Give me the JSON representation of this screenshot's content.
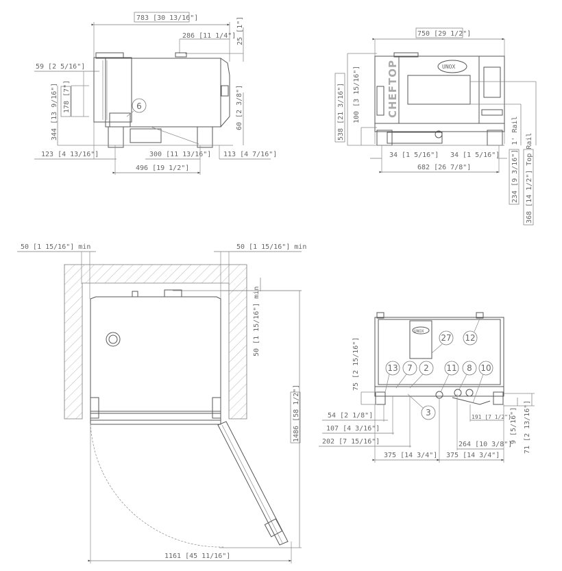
{
  "views": {
    "side_view": {
      "overall_width": "783 [30 13/16\"]",
      "top_offset": "286 [11 1/4\"]",
      "top_height": "25 [1\"]",
      "left_offset": "59 [2 5/16\"]",
      "handle_height": "178 [7\"]",
      "total_height": "344 [13 9/16\"]",
      "right_height": "60 [2 3/8\"]",
      "left_foot": "123 [4 13/16\"]",
      "center_span": "300 [11 13/16\"]",
      "right_foot": "113 [4 7/16\"]",
      "foot_span": "496 [19 1/2\"]",
      "callout_6": "6"
    },
    "front_view": {
      "overall_width": "750 [29 1/2\"]",
      "total_height": "538 [21 3/16\"]",
      "base_height": "100 [3 15/16\"]",
      "left_foot": "34 [1 5/16\"]",
      "right_foot": "34 [1 5/16\"]",
      "foot_span": "682 [26 7/8\"]",
      "rail_1": "234 [9 3/16\"] 1' Rail",
      "rail_top": "368 [14 1/2\"] Top Rail",
      "brand_label": "CHEFTOP",
      "logo_label": "UNOX"
    },
    "top_view": {
      "left_clearance": "50 [1 15/16\"] min",
      "right_clearance": "50 [1 15/16\"] min",
      "back_clearance": "50 [1 15/16\"] min",
      "depth_with_door": "1486 [58 1/2\"]",
      "width_with_door": "1161 [45 11/16\"]"
    },
    "rear_view": {
      "callouts": [
        "27",
        "12",
        "13",
        "7",
        "2",
        "11",
        "8",
        "10",
        "3"
      ],
      "height_75": "75 [2 15/16\"]",
      "dim_54": "54 [2 1/8\"]",
      "dim_107": "107 [4 3/16\"]",
      "dim_202": "202 [7 15/16\"]",
      "dim_375_left": "375 [14 3/4\"]",
      "dim_375_right": "375 [14 3/4\"]",
      "dim_191": "191 [7 1/2\"]",
      "dim_264": "264 [10 3/8\"]",
      "dim_9": "9 [5/16\"]",
      "dim_71": "71 [2 13/16\"]",
      "logo_label": "UNOX"
    }
  }
}
